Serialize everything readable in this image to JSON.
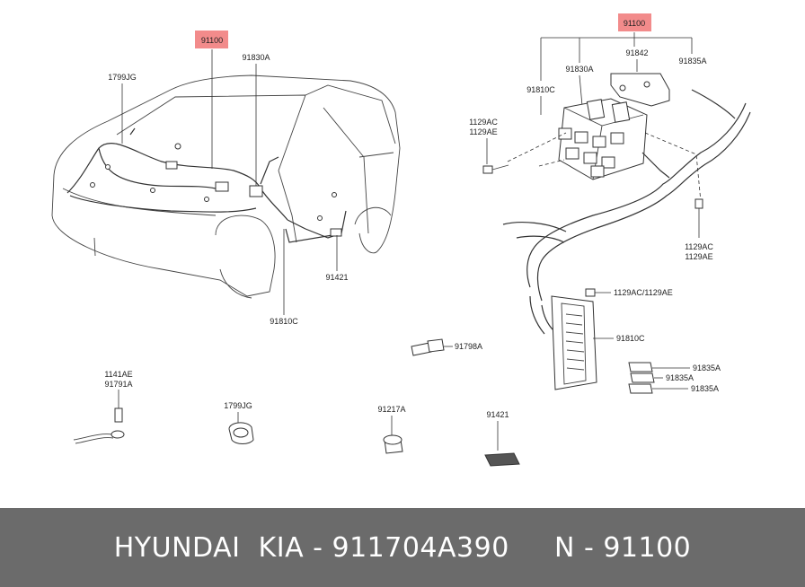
{
  "diagram": {
    "callouts": {
      "main_part_left": "91100",
      "main_part_right": "91100",
      "clip_1799jg_car": "1799JG",
      "junction_91830a_car": "91830A",
      "protector_91421_car": "91421",
      "harness_91810c_car": "91810C",
      "bracket_91842": "91842",
      "fuse_91835a_top": "91835A",
      "junction_91830a_box": "91830A",
      "harness_91810c_box": "91810C",
      "bolt_1129ac_left_a": "1129AC",
      "bolt_1129ac_left_b": "1129AE",
      "bolt_1129ac_right_a": "1129AC",
      "bolt_1129ac_right_b": "1129AE",
      "bolt_fusebox": "1129AC/1129AE",
      "fusebox_91810c": "91810C",
      "relay_91798a": "91798A",
      "fuse_91835a_1": "91835A",
      "fuse_91835a_2": "91835A",
      "fuse_91835a_3": "91835A",
      "ground_a": "1141AE",
      "ground_b": "91791A",
      "clip_1799jg": "1799JG",
      "grommet_91217a": "91217A",
      "pad_91421": "91421"
    },
    "highlight_color": "#f28b8b"
  },
  "footer": {
    "text": "HYUNDAI  KIA - 911704A390     N - 91100",
    "background": "#6b6b6b"
  }
}
